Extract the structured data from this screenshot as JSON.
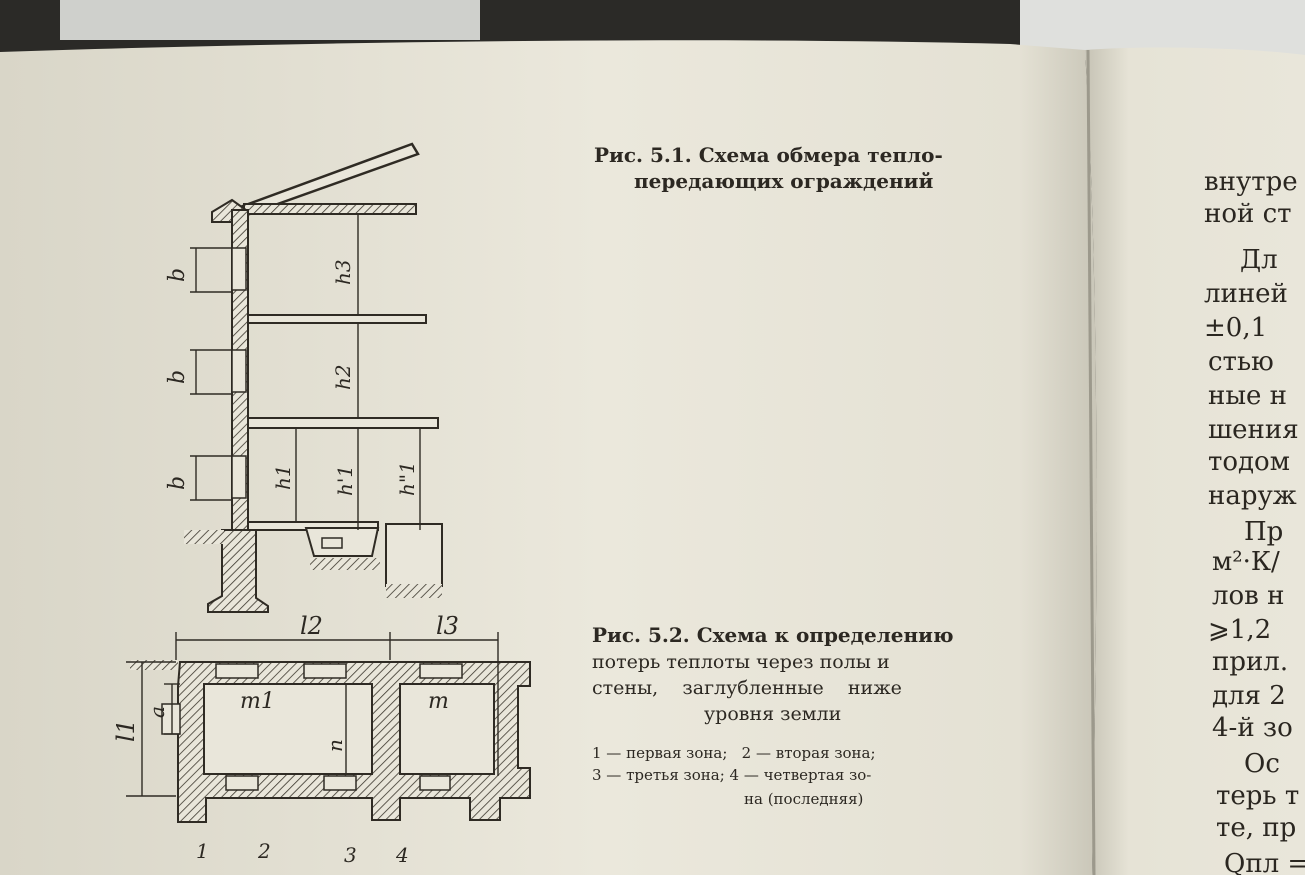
{
  "page_left": {
    "fig1": {
      "caption_line1": "Рис. 5.1. Схема обмера тепло-",
      "caption_line2": "передающих ограждений",
      "labels": {
        "b": "b",
        "h3": "h3",
        "h2": "h2",
        "h1": "h1",
        "h1p": "h'1",
        "h1pp": "h\"1"
      }
    },
    "fig2": {
      "caption_line1": "Рис. 5.2. Схема к определению",
      "caption_line2": "потерь теплоты через полы и",
      "caption_line3": "стены,    заглубленные    ниже",
      "caption_line4": "уровня земли",
      "legend_line1": "1 — первая зона;   2 — вторая зона;",
      "legend_line2": "3 — третья зона; 4 — четвертая зо-",
      "legend_line3": "на (последняя)",
      "labels": {
        "l1": "l1",
        "l2": "l2",
        "l3": "l3",
        "a": "a",
        "m1": "m1",
        "m": "m",
        "n": "n"
      },
      "zone_numbers": [
        "1",
        "2",
        "3",
        "4"
      ]
    }
  },
  "page_right": {
    "lines": [
      "внутре",
      "ной ст",
      "Дл",
      "линей",
      "±0,1",
      "стью",
      "ные н",
      "шения",
      "тодом",
      "наруж",
      "Пр",
      "м²·К/",
      "лов н",
      "⩾1,2",
      "прил.",
      "для 2",
      "4-й зо",
      "Ос",
      "терь т",
      "те, пр",
      "Qпл ="
    ]
  },
  "colors": {
    "paper": "#e9e6d9",
    "ink": "#2f2b24",
    "background": "#2b2a27"
  }
}
